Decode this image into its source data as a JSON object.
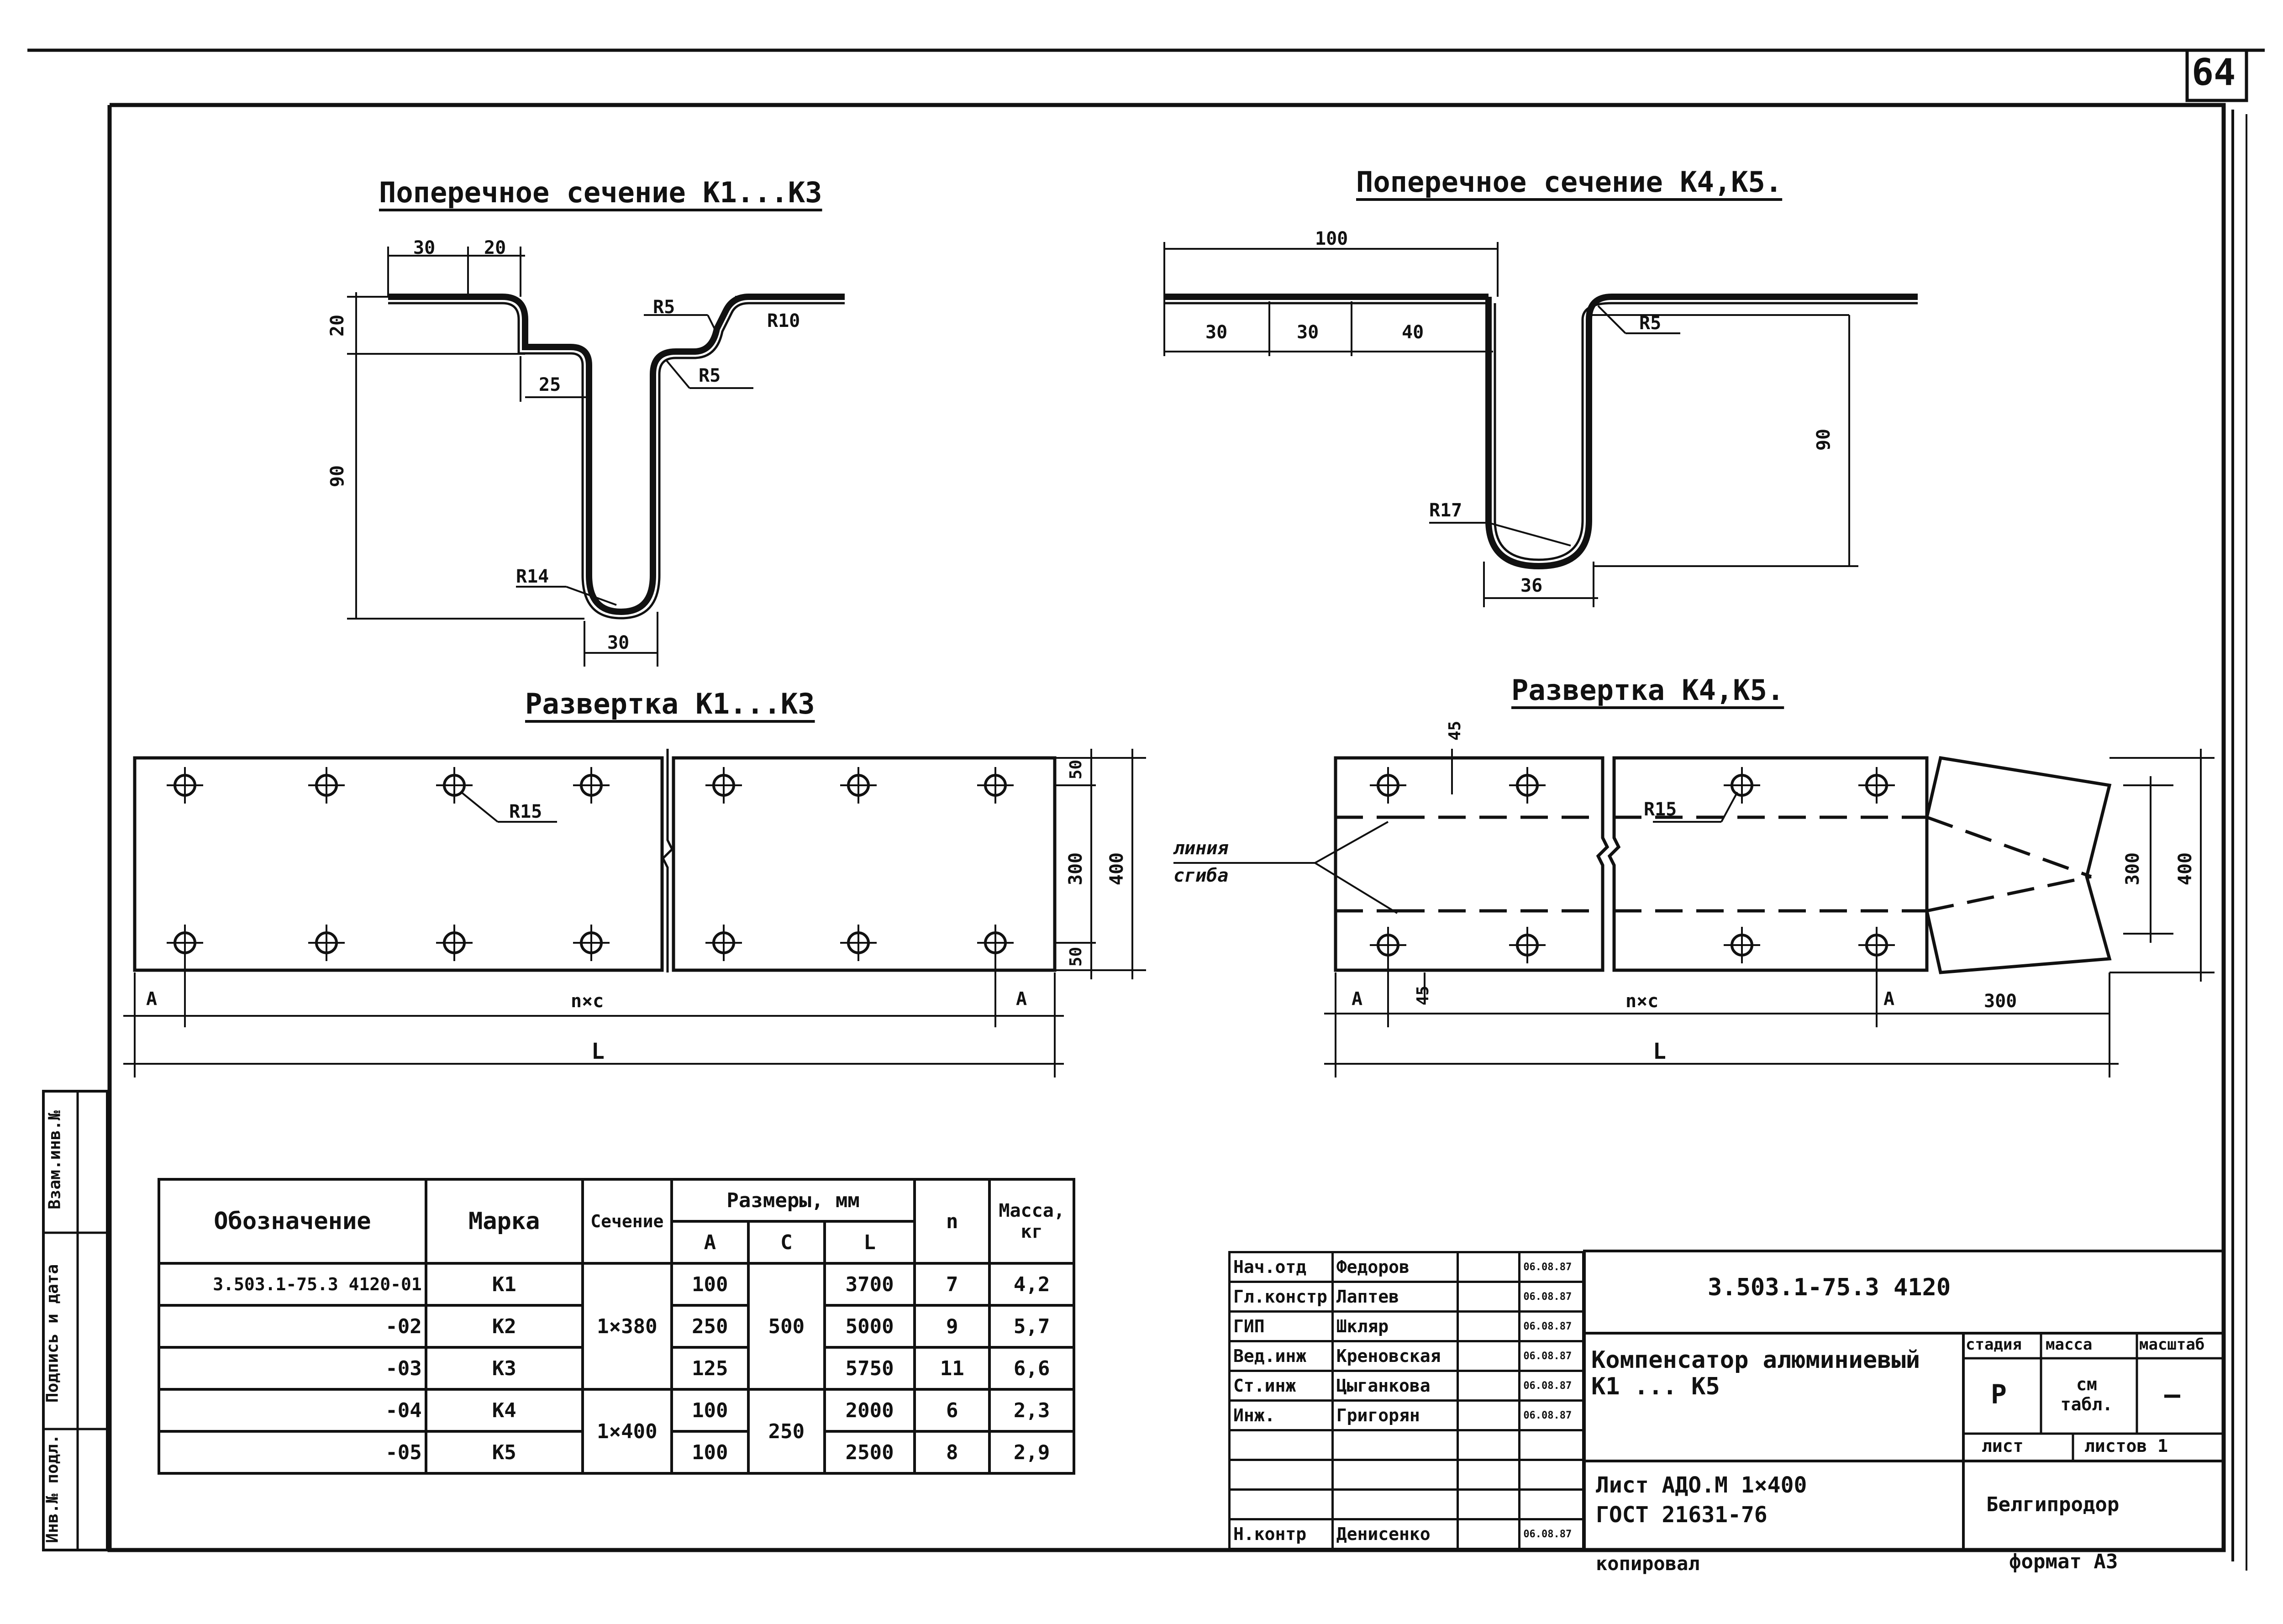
{
  "sheet_number": "64",
  "titles": {
    "cross_section_k1_k3": "Поперечное сечение К1...К3",
    "cross_section_k4_k5": "Поперечное сечение К4,К5.",
    "development_k1_k3": "Развертка К1...К3",
    "development_k4_k5": "Развертка К4,К5."
  },
  "dimensions_k1_k3_section": {
    "d30": "30",
    "d20a": "20",
    "d20b": "20",
    "d25": "25",
    "d90": "90",
    "d30b": "30",
    "r5a": "R5",
    "r10": "R10",
    "r5b": "R5",
    "r14": "R14"
  },
  "dimensions_k4_k5_section": {
    "d100": "100",
    "d30a": "30",
    "d30b": "30",
    "d40": "40",
    "r5": "R5",
    "d90": "90",
    "r17": "R17",
    "d36": "36"
  },
  "dimensions_dev_k1_k3": {
    "r15": "R15",
    "d50a": "50",
    "d300": "300",
    "d400": "400",
    "d50b": "50",
    "a1": "A",
    "nxc": "n×c",
    "a2": "A",
    "L": "L"
  },
  "dimensions_dev_k4_k5": {
    "d45a": "45",
    "r15": "R15",
    "fold_line": "линия\nсгиба",
    "fold1": "линия",
    "fold2": "сгиба",
    "d300v": "300",
    "d400": "400",
    "a1": "A",
    "d45b": "45",
    "nxc": "n×c",
    "a2": "A",
    "d300h": "300",
    "L": "L"
  },
  "spec_table": {
    "headers": {
      "designation": "Обозначение",
      "mark": "Марка",
      "section": "Сечение",
      "sizes": "Размеры, мм",
      "a": "A",
      "c": "C",
      "l": "L",
      "n": "n",
      "mass": "Масса, кг"
    },
    "rows": [
      {
        "designation": "3.503.1-75.3 4120-01",
        "mark": "К1",
        "a": "100",
        "l": "3700",
        "n": "7",
        "mass": "4,2"
      },
      {
        "designation": "-02",
        "mark": "К2",
        "a": "250",
        "l": "5000",
        "n": "9",
        "mass": "5,7"
      },
      {
        "designation": "-03",
        "mark": "К3",
        "a": "125",
        "l": "5750",
        "n": "11",
        "mass": "6,6"
      },
      {
        "designation": "-04",
        "mark": "К4",
        "a": "100",
        "l": "2000",
        "n": "6",
        "mass": "2,3"
      },
      {
        "designation": "-05",
        "mark": "К5",
        "a": "100",
        "l": "2500",
        "n": "8",
        "mass": "2,9"
      }
    ],
    "section_1": "1×380",
    "section_2": "1×400",
    "c_1": "500",
    "c_2": "250"
  },
  "title_block": {
    "roles": [
      "Нач.отд",
      "Гл.констр",
      "ГИП",
      "Вед.инж",
      "Ст.инж",
      "Инж.",
      "",
      "",
      "",
      "Н.контр"
    ],
    "names": [
      "Федоров",
      "Лаптев",
      "Шкляр",
      "Креновская",
      "Цыганкова",
      "Григорян",
      "",
      "",
      "",
      "Денисенко"
    ],
    "dates": [
      "06.08.87",
      "06.08.87",
      "06.08.87",
      "06.08.87",
      "06.08.87",
      "06.08.87",
      "",
      "",
      "",
      "06.08.87"
    ],
    "doc_code": "3.503.1-75.3  4120",
    "item_name": "Компенсатор алюминиевый К1 ... К5",
    "stage_label": "стадия",
    "mass_label": "масса",
    "scale_label": "масштаб",
    "stage": "Р",
    "mass": "см табл.",
    "scale": "—",
    "sheet_label": "лист",
    "sheets_label": "листов 1",
    "material_1": "Лист АДО.М  1×400",
    "material_2": "ГОСТ  21631-76",
    "org": "Белгипродор",
    "copied": "копировал",
    "format": "формат  А3"
  },
  "side_stamp": {
    "inv": "Инв.№ подл.",
    "sign": "Подпись и дата",
    "replace": "Взам.инв.№"
  }
}
